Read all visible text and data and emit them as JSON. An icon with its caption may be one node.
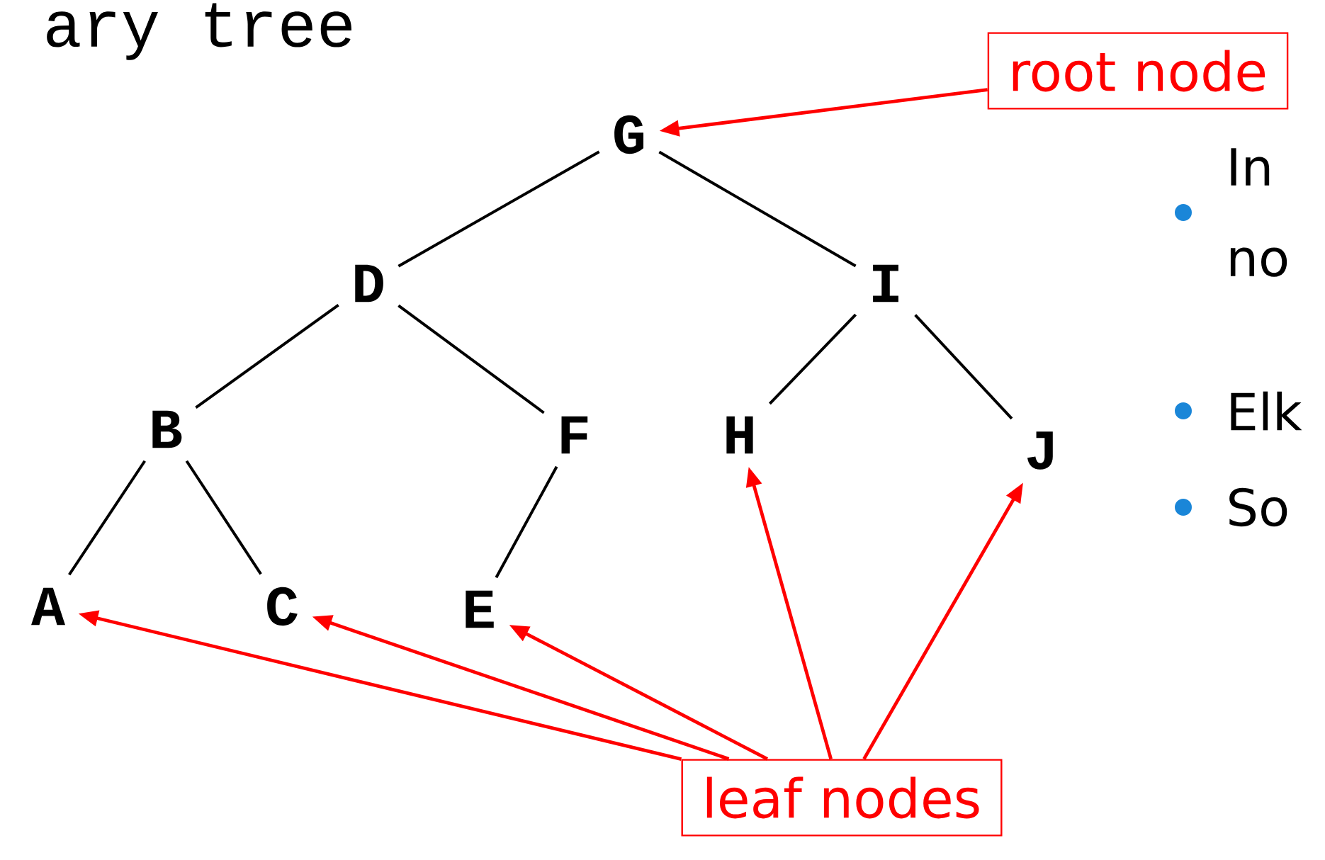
{
  "diagram": {
    "title": "ary tree",
    "nodes": [
      {
        "text": [
          "G"
        ]
      },
      {
        "text": [
          "D"
        ]
      },
      {
        "text": [
          "I"
        ]
      },
      {
        "text": [
          "B"
        ]
      },
      {
        "text": [
          "F"
        ]
      },
      {
        "text": [
          "H"
        ]
      },
      {
        "text": [
          "J"
        ]
      },
      {
        "text": [
          "A"
        ]
      },
      {
        "text": [
          "C"
        ]
      },
      {
        "text": [
          "E"
        ]
      },
      {
        "text": [
          "root node"
        ]
      },
      {
        "text": [
          "leaf nodes"
        ]
      }
    ],
    "edges": [
      {
        "from": 0,
        "to": 1,
        "arrow": "none"
      },
      {
        "from": 0,
        "to": 2,
        "arrow": "none"
      },
      {
        "from": 1,
        "to": 3,
        "arrow": "none"
      },
      {
        "from": 1,
        "to": 4,
        "arrow": "none"
      },
      {
        "from": 2,
        "to": 5,
        "arrow": "none"
      },
      {
        "from": 2,
        "to": 6,
        "arrow": "none"
      },
      {
        "from": 3,
        "to": 7,
        "arrow": "none"
      },
      {
        "from": 3,
        "to": 8,
        "arrow": "none"
      },
      {
        "from": 4,
        "to": 9,
        "arrow": "none"
      },
      {
        "from": 10,
        "to": 0,
        "arrow": "to",
        "color": "#ff0000"
      },
      {
        "from": 11,
        "to": 7,
        "arrow": "to",
        "color": "#ff0000"
      },
      {
        "from": 11,
        "to": 8,
        "arrow": "to",
        "color": "#ff0000"
      },
      {
        "from": 11,
        "to": 9,
        "arrow": "to",
        "color": "#ff0000"
      },
      {
        "from": 11,
        "to": 5,
        "arrow": "to",
        "color": "#ff0000"
      },
      {
        "from": 11,
        "to": 6,
        "arrow": "to",
        "color": "#ff0000"
      }
    ],
    "labels": [
      "In no",
      "Elk",
      "So"
    ]
  }
}
